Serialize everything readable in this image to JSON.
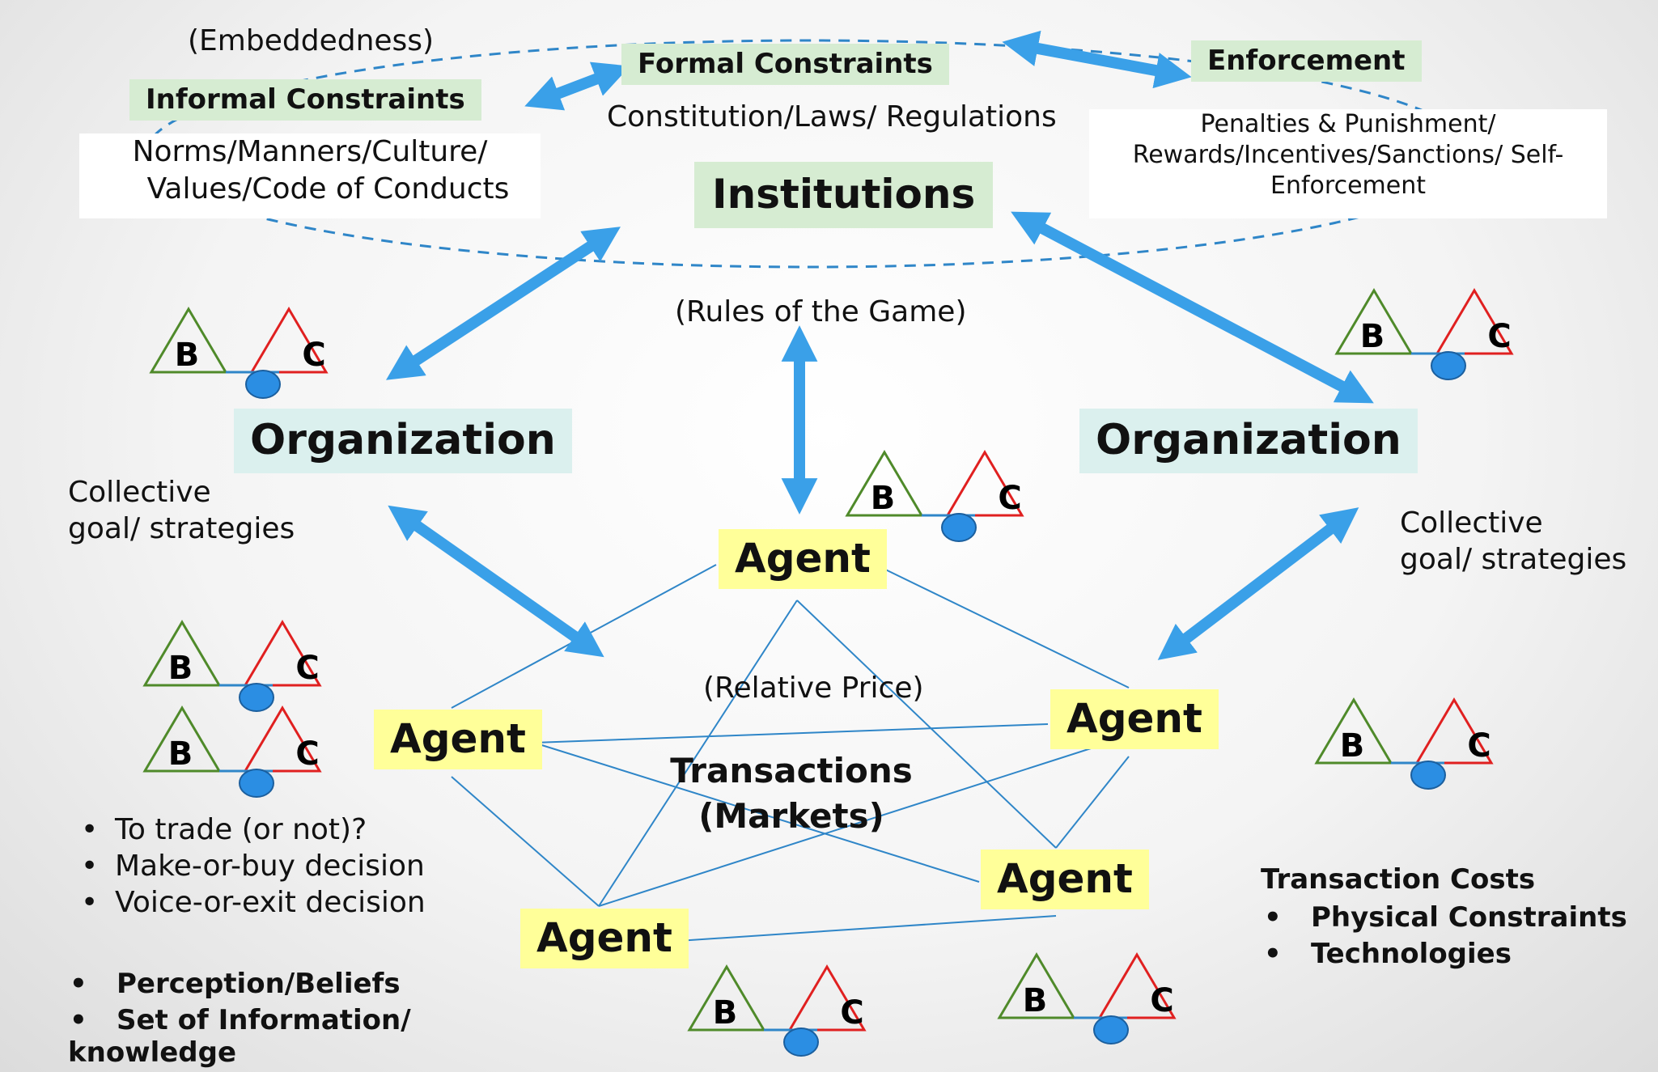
{
  "top_left_note": "(Embeddedness)",
  "informal_constraints": {
    "title": "Informal Constraints",
    "text_line1": "Norms/Manners/Culture/",
    "text_line2": "Values/Code of Conducts"
  },
  "formal_constraints": {
    "title": "Formal Constraints",
    "text": "Constitution/Laws/ Regulations"
  },
  "enforcement": {
    "title": "Enforcement",
    "text_line1": "Penalties & Punishment/",
    "text_line2": "Rewards/Incentives/Sanctions/ Self-",
    "text_line3": "Enforcement"
  },
  "institutions": "Institutions",
  "rules_of_game": "(Rules of the Game)",
  "organization_left": {
    "title": "Organization",
    "note_line1": "Collective",
    "note_line2": "goal/ strategies"
  },
  "organization_right": {
    "title": "Organization",
    "note_line1": "Collective",
    "note_line2": "goal/ strategies"
  },
  "agents": [
    "Agent",
    "Agent",
    "Agent",
    "Agent",
    "Agent"
  ],
  "relative_price": "(Relative Price)",
  "transactions_line1": "Transactions",
  "transactions_line2": "(Markets)",
  "decisions": [
    "To trade (or not)?",
    "Make-or-buy decision",
    "Voice-or-exit decision"
  ],
  "beliefs": {
    "item1": "Perception/Beliefs",
    "item2": "Set of Information/",
    "item2_cont": "knowledge"
  },
  "transaction_costs": {
    "title": "Transaction Costs",
    "items": [
      "Physical Constraints",
      "Technologies"
    ]
  },
  "bc_labels": {
    "b": "B",
    "c": "C"
  },
  "colors": {
    "arrow": "#3aa0e8",
    "network_line": "#2f86c8",
    "b_triangle": "#4f8a2a",
    "c_triangle": "#e02020",
    "ball": "#2b8ee3"
  }
}
